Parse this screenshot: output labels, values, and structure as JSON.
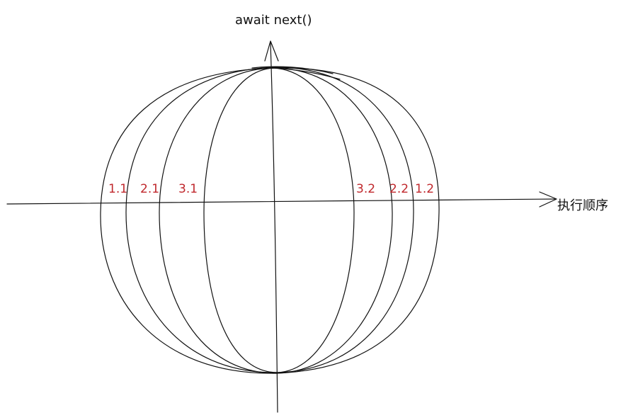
{
  "diagram": {
    "y_axis_label": "await next()",
    "x_axis_label": "执行顺序",
    "markers": [
      "1.1",
      "2.1",
      "3.1",
      "3.2",
      "2.2",
      "1.2"
    ],
    "colors": {
      "ink": "#111111",
      "marker": "#c0282d",
      "background": "#ffffff"
    }
  }
}
